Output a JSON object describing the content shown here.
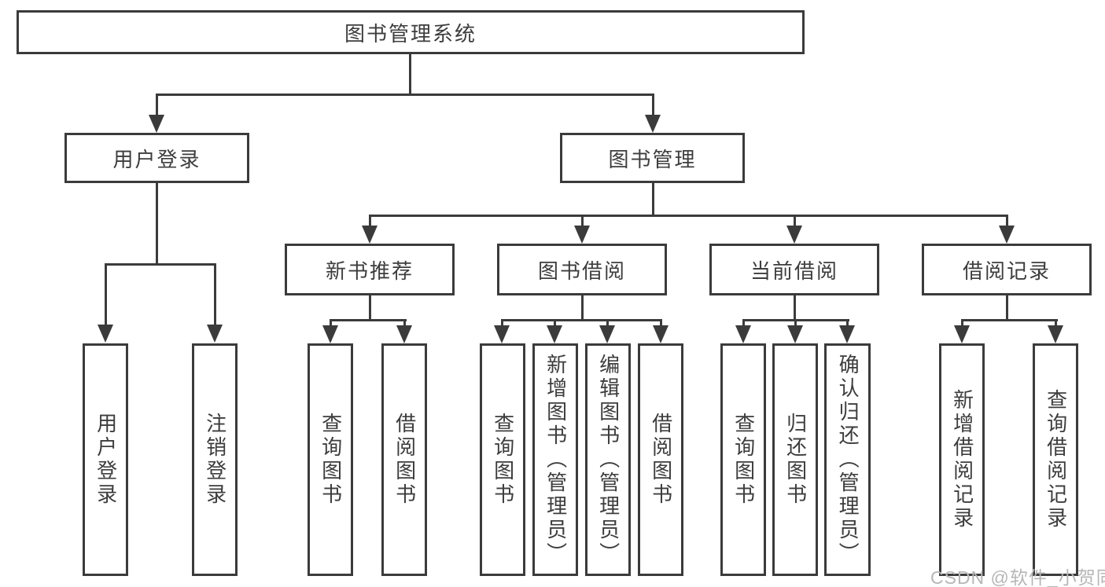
{
  "diagram": {
    "title": "图书管理系统",
    "root": {
      "label": "图书管理系统"
    },
    "level2": [
      {
        "label": "用户登录"
      },
      {
        "label": "图书管理"
      }
    ],
    "level3": [
      {
        "label": "新书推荐"
      },
      {
        "label": "图书借阅"
      },
      {
        "label": "当前借阅"
      },
      {
        "label": "借阅记录"
      }
    ],
    "leaves": {
      "user_login": [
        "用户登录",
        "注销登录"
      ],
      "new_book": [
        "查询图书",
        "借阅图书"
      ],
      "book_borrow": [
        "查询图书",
        "新增图书（管理员）",
        "编辑图书（管理员）",
        "借阅图书"
      ],
      "current_borrow": [
        "查询图书",
        "归还图书",
        "确认归还（管理员）"
      ],
      "borrow_records": [
        "新增借阅记录",
        "查询借阅记录"
      ]
    }
  },
  "watermark": {
    "text": "CSDN @软件_小贺同学",
    "color": "#b6b6b6"
  },
  "colors": {
    "line": "#3b3b3b",
    "text": "#3d3d3d",
    "background": "#ffffff"
  }
}
